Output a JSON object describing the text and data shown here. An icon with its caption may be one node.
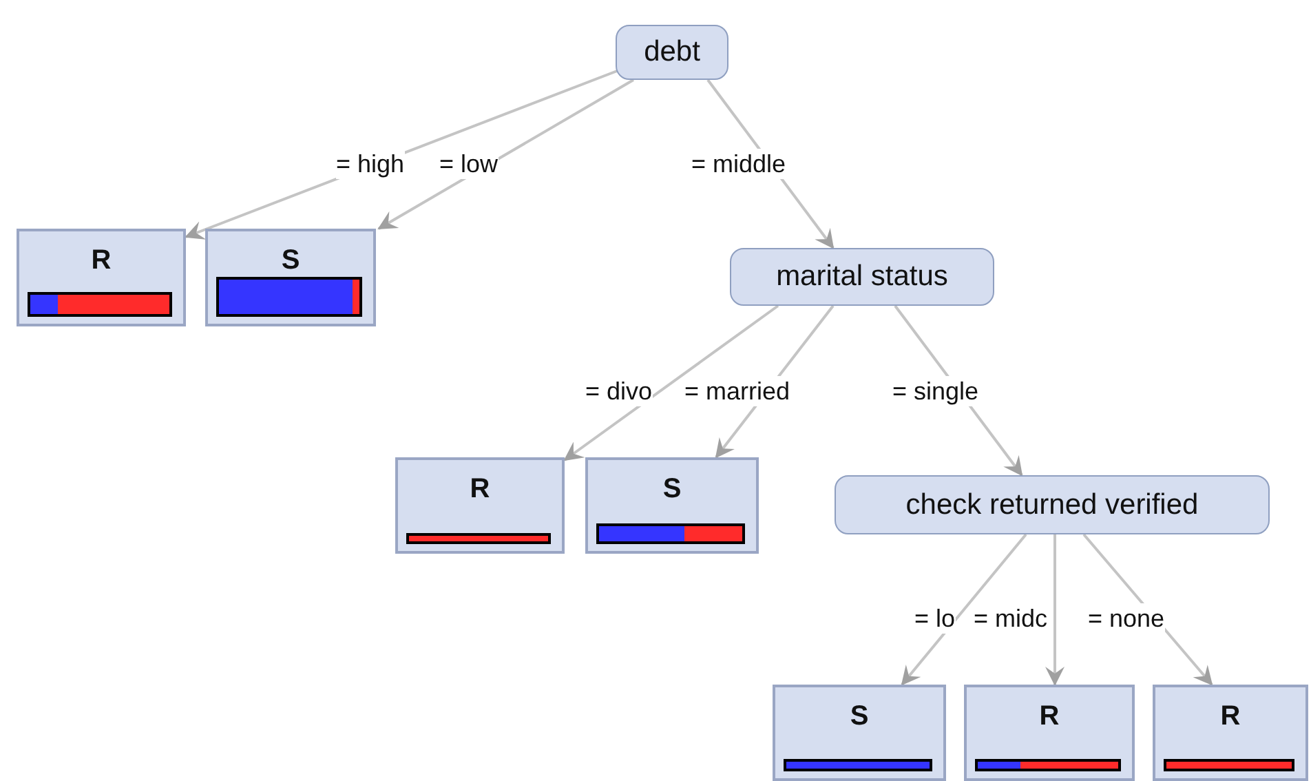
{
  "diagram": {
    "nodes": [
      {
        "text": [
          "debt"
        ]
      },
      {
        "text": [
          "R"
        ]
      },
      {
        "text": [
          "S"
        ]
      },
      {
        "text": [
          "marital status"
        ]
      },
      {
        "text": [
          "R"
        ]
      },
      {
        "text": [
          "S"
        ]
      },
      {
        "text": [
          "check returned verified"
        ]
      },
      {
        "text": [
          "S"
        ]
      },
      {
        "text": [
          "R"
        ]
      },
      {
        "text": [
          "R"
        ]
      }
    ],
    "edges": [
      {
        "from": 0,
        "to": 1,
        "arrow": "to",
        "label": "= high"
      },
      {
        "from": 0,
        "to": 2,
        "arrow": "to",
        "label": "= low"
      },
      {
        "from": 0,
        "to": 3,
        "arrow": "to",
        "label": "= middle"
      },
      {
        "from": 3,
        "to": 4,
        "arrow": "to",
        "label": "= divo"
      },
      {
        "from": 3,
        "to": 5,
        "arrow": "to",
        "label": "= married"
      },
      {
        "from": 3,
        "to": 6,
        "arrow": "to",
        "label": "= single"
      },
      {
        "from": 6,
        "to": 7,
        "arrow": "to",
        "label": "= lo"
      },
      {
        "from": 6,
        "to": 8,
        "arrow": "to",
        "label": "= midc"
      },
      {
        "from": 6,
        "to": 9,
        "arrow": "to",
        "label": "= none"
      }
    ]
  }
}
